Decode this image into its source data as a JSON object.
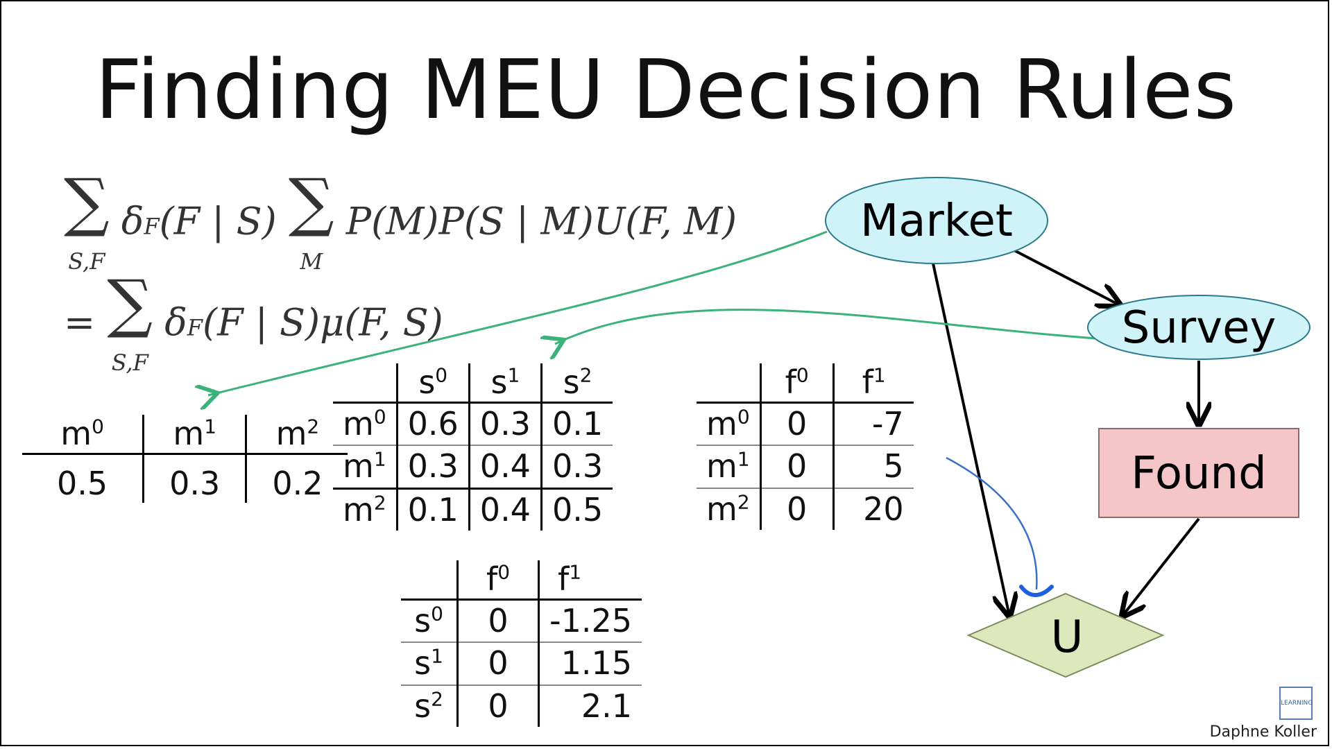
{
  "slide": {
    "title": "Finding MEU Decision Rules",
    "author": "Daphne Koller",
    "logo_text": "LEARNING"
  },
  "formula": {
    "line1_a": "δ",
    "line1_a_sub": "F",
    "line1_b": "(F | S)",
    "line1_c": "P(M)P(S | M)U(F, M)",
    "line1_sum1_sub": "S,F",
    "line1_sum2_sub": "M",
    "line2_eq": "=",
    "line2_a": "δ",
    "line2_a_sub": "F",
    "line2_b": "(F | S)μ(F, S)",
    "line2_sum_sub": "S,F"
  },
  "nodes": {
    "market": "Market",
    "survey": "Survey",
    "found": "Found",
    "utility": "U"
  },
  "colors": {
    "chance_node": "#cff3f8",
    "decision_node": "#f4c6c8",
    "utility_node": "#dde8bd",
    "green_arrow": "#3ab27a",
    "blue_arrow": "#3a6fc9"
  },
  "tables": {
    "market_prior": {
      "headers": [
        "m",
        "m",
        "m"
      ],
      "header_sups": [
        "0",
        "1",
        "2"
      ],
      "values": [
        "0.5",
        "0.3",
        "0.2"
      ]
    },
    "survey_cpd": {
      "col_headers": [
        "s",
        "s",
        "s"
      ],
      "col_sups": [
        "0",
        "1",
        "2"
      ],
      "row_headers": [
        "m",
        "m",
        "m"
      ],
      "row_sups": [
        "0",
        "1",
        "2"
      ],
      "rows": [
        [
          "0.6",
          "0.3",
          "0.1"
        ],
        [
          "0.3",
          "0.4",
          "0.3"
        ],
        [
          "0.1",
          "0.4",
          "0.5"
        ]
      ]
    },
    "utility": {
      "col_headers": [
        "f",
        "f"
      ],
      "col_sups": [
        "0",
        "1"
      ],
      "row_headers": [
        "m",
        "m",
        "m"
      ],
      "row_sups": [
        "0",
        "1",
        "2"
      ],
      "rows": [
        [
          "0",
          "-7"
        ],
        [
          "0",
          "5"
        ],
        [
          "0",
          "20"
        ]
      ]
    },
    "mu": {
      "col_headers": [
        "f",
        "f"
      ],
      "col_sups": [
        "0",
        "1"
      ],
      "row_headers": [
        "s",
        "s",
        "s"
      ],
      "row_sups": [
        "0",
        "1",
        "2"
      ],
      "rows": [
        [
          "0",
          "-1.25"
        ],
        [
          "0",
          "1.15"
        ],
        [
          "0",
          "2.1"
        ]
      ]
    }
  }
}
